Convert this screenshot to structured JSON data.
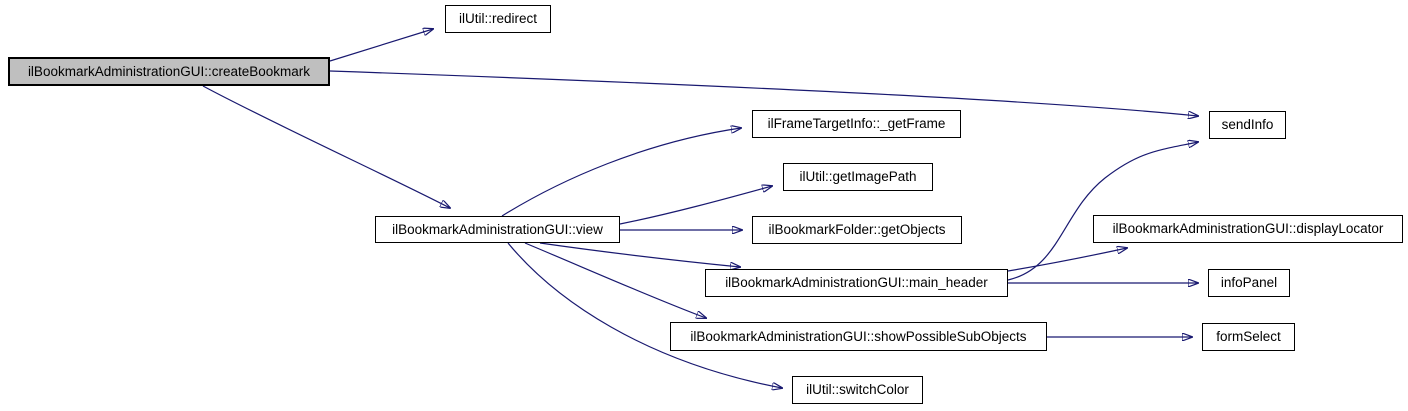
{
  "diagram": {
    "type": "call-graph",
    "background_color": "#ffffff",
    "edge_color": "#191970",
    "node_border_color": "#000000",
    "node_fill_color": "#ffffff",
    "highlight_fill_color": "#bfbfbf",
    "root": "ilBookmarkAdministrationGUI::createBookmark",
    "nodes": [
      {
        "id": "createBookmark",
        "label": "ilBookmarkAdministrationGUI::createBookmark",
        "highlighted": true
      },
      {
        "id": "redirect",
        "label": "ilUtil::redirect",
        "highlighted": false
      },
      {
        "id": "sendInfo",
        "label": "sendInfo",
        "highlighted": false
      },
      {
        "id": "getFrame",
        "label": "ilFrameTargetInfo::_getFrame",
        "highlighted": false
      },
      {
        "id": "getImagePath",
        "label": "ilUtil::getImagePath",
        "highlighted": false
      },
      {
        "id": "getObjects",
        "label": "ilBookmarkFolder::getObjects",
        "highlighted": false
      },
      {
        "id": "view",
        "label": "ilBookmarkAdministrationGUI::view",
        "highlighted": false
      },
      {
        "id": "mainHeader",
        "label": "ilBookmarkAdministrationGUI::main_header",
        "highlighted": false
      },
      {
        "id": "displayLocator",
        "label": "ilBookmarkAdministrationGUI::displayLocator",
        "highlighted": false
      },
      {
        "id": "infoPanel",
        "label": "infoPanel",
        "highlighted": false
      },
      {
        "id": "showPossibleSubObjects",
        "label": "ilBookmarkAdministrationGUI::showPossibleSubObjects",
        "highlighted": false
      },
      {
        "id": "formSelect",
        "label": "formSelect",
        "highlighted": false
      },
      {
        "id": "switchColor",
        "label": "ilUtil::switchColor",
        "highlighted": false
      }
    ],
    "edges": [
      {
        "from": "createBookmark",
        "to": "redirect"
      },
      {
        "from": "createBookmark",
        "to": "sendInfo"
      },
      {
        "from": "createBookmark",
        "to": "view"
      },
      {
        "from": "view",
        "to": "getFrame"
      },
      {
        "from": "view",
        "to": "getImagePath"
      },
      {
        "from": "view",
        "to": "getObjects"
      },
      {
        "from": "view",
        "to": "mainHeader"
      },
      {
        "from": "view",
        "to": "showPossibleSubObjects"
      },
      {
        "from": "view",
        "to": "switchColor"
      },
      {
        "from": "mainHeader",
        "to": "sendInfo"
      },
      {
        "from": "mainHeader",
        "to": "displayLocator"
      },
      {
        "from": "mainHeader",
        "to": "infoPanel"
      },
      {
        "from": "showPossibleSubObjects",
        "to": "formSelect"
      }
    ]
  }
}
